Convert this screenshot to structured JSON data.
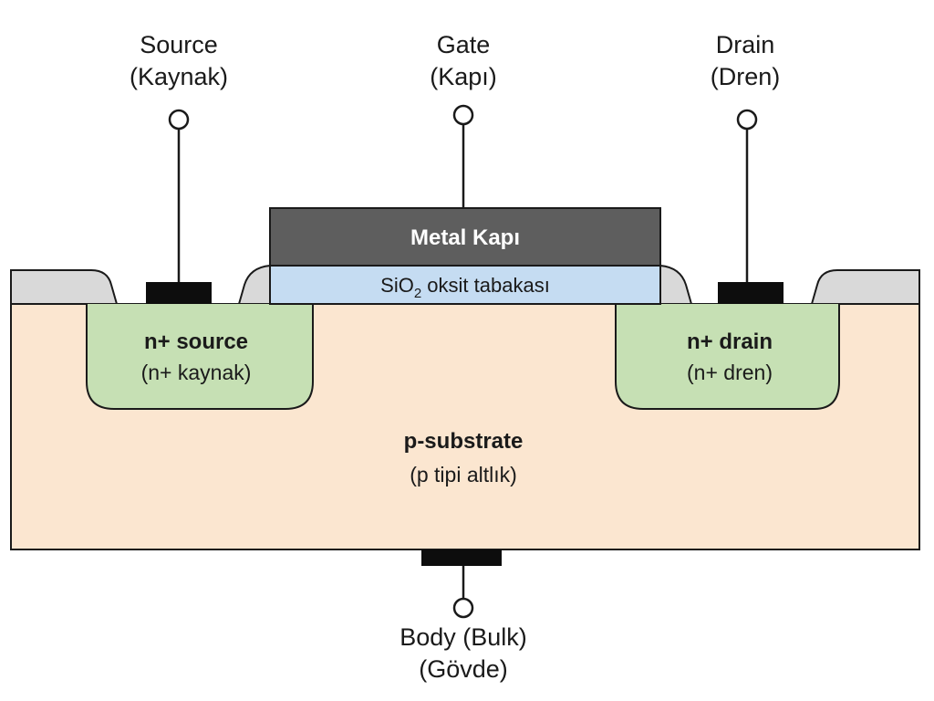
{
  "terminals": {
    "source": {
      "name": "Source",
      "sub": "(Kaynak)"
    },
    "gate": {
      "name": "Gate",
      "sub": "(Kapı)"
    },
    "drain": {
      "name": "Drain",
      "sub": "(Dren)"
    },
    "body": {
      "name": "Body (Bulk)",
      "sub": "(Gövde)"
    }
  },
  "layers": {
    "metal_gate": "Metal Kapı",
    "oxide": {
      "prefix": "SiO",
      "subscript": "2",
      "suffix": " oksit tabakası"
    }
  },
  "regions": {
    "source": {
      "name": "n+ source",
      "sub": "(n+ kaynak)"
    },
    "drain": {
      "name": "n+ drain",
      "sub": "(n+ dren)"
    },
    "substrate": {
      "name": "p-substrate",
      "sub": "(p tipi altlık)"
    }
  },
  "colors": {
    "substrate_fill": "#fbe6d0",
    "n_region_fill": "#c6e0b4",
    "oxide_fill": "#c5dcf2",
    "metal_gate_fill": "#5e5e5e",
    "field_oxide_fill": "#d9d9d9",
    "contact_fill": "#0d0d0d",
    "outline": "#1a1a1a"
  }
}
